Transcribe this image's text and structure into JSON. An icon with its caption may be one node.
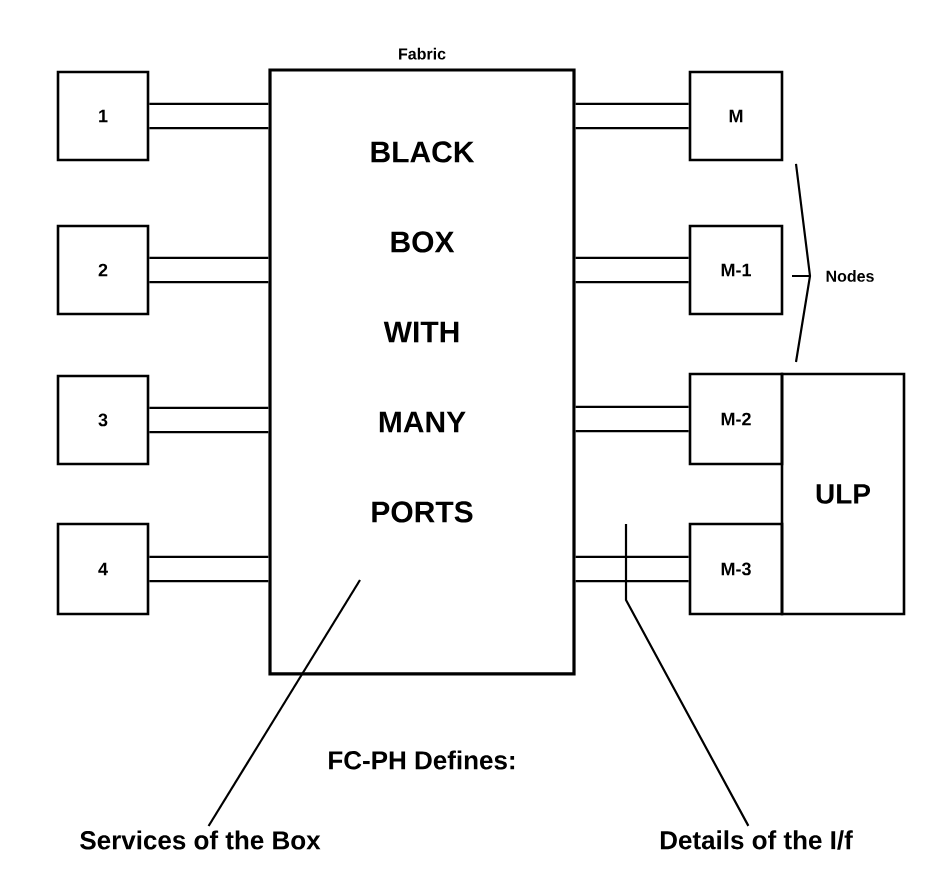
{
  "diagram": {
    "nodes": [
      {
        "text": [
          "Fabric",
          "BLACK BOX WITH MANY PORTS"
        ]
      },
      {
        "text": [
          "1"
        ]
      },
      {
        "text": [
          "2"
        ]
      },
      {
        "text": [
          "3"
        ]
      },
      {
        "text": [
          "4"
        ]
      },
      {
        "text": [
          "M"
        ]
      },
      {
        "text": [
          "M-1"
        ]
      },
      {
        "text": [
          "M-2"
        ]
      },
      {
        "text": [
          "ULP"
        ]
      },
      {
        "text": [
          "M-3"
        ]
      },
      {
        "text": [
          "Services of the Box"
        ]
      },
      {
        "text": [
          "Details of the I/f"
        ]
      }
    ],
    "edges": [
      {
        "from": 1,
        "to": 0,
        "arrow": "none"
      },
      {
        "from": 2,
        "to": 0,
        "arrow": "none"
      },
      {
        "from": 3,
        "to": 0,
        "arrow": "none"
      },
      {
        "from": 4,
        "to": 0,
        "arrow": "none"
      },
      {
        "from": 0,
        "to": 5,
        "arrow": "none"
      },
      {
        "from": 0,
        "to": 6,
        "arrow": "none"
      },
      {
        "from": 0,
        "to": 7,
        "arrow": "none"
      },
      {
        "from": 0,
        "to": 9,
        "arrow": "none"
      },
      {
        "from": 10,
        "to": 0,
        "arrow": "none"
      },
      {
        "from": 11,
        "to": null,
        "arrow": "none"
      }
    ],
    "labels": [
      "Nodes",
      "FC-PH Defines:"
    ]
  }
}
